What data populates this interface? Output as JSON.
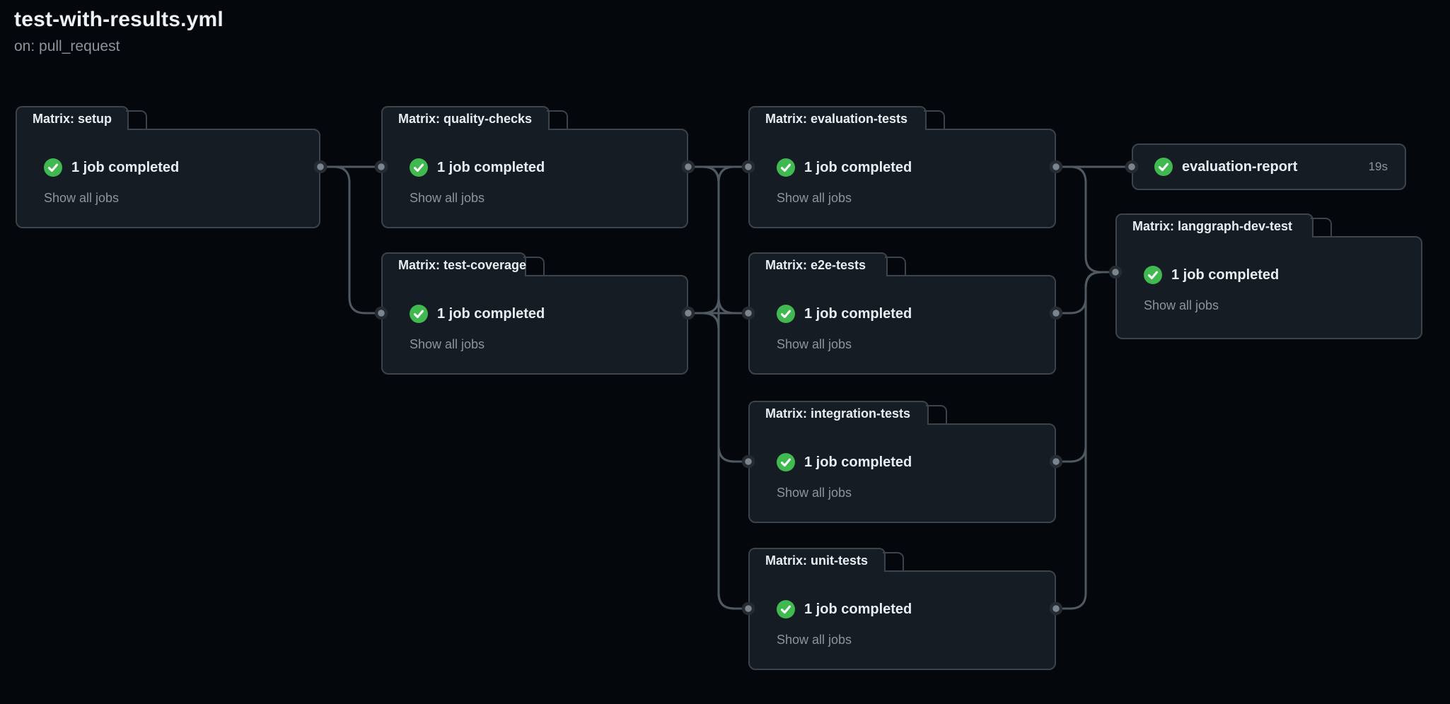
{
  "header": {
    "workflow_file": "test-with-results.yml",
    "trigger": "on: pull_request"
  },
  "cards": {
    "setup": {
      "tab": "Matrix: setup",
      "status": "1 job completed",
      "action": "Show all jobs"
    },
    "quality_checks": {
      "tab": "Matrix: quality-checks",
      "status": "1 job completed",
      "action": "Show all jobs"
    },
    "test_coverage": {
      "tab": "Matrix: test-coverage",
      "status": "1 job completed",
      "action": "Show all jobs"
    },
    "evaluation_tests": {
      "tab": "Matrix: evaluation-tests",
      "status": "1 job completed",
      "action": "Show all jobs"
    },
    "e2e_tests": {
      "tab": "Matrix: e2e-tests",
      "status": "1 job completed",
      "action": "Show all jobs"
    },
    "integration_tests": {
      "tab": "Matrix: integration-tests",
      "status": "1 job completed",
      "action": "Show all jobs"
    },
    "unit_tests": {
      "tab": "Matrix: unit-tests",
      "status": "1 job completed",
      "action": "Show all jobs"
    },
    "evaluation_report": {
      "title": "evaluation-report",
      "duration": "19s"
    },
    "langgraph_dev_test": {
      "tab": "Matrix: langgraph-dev-test",
      "status": "1 job completed",
      "action": "Show all jobs"
    }
  },
  "icons": {
    "status": "check-circle-icon"
  },
  "colors": {
    "background": "#04070b",
    "card_background": "#161c23",
    "card_border": "#3b434c",
    "edge": "#4f5962",
    "port_dot": "#7b8590",
    "port_ring": "#252b31",
    "success_green": "#3fb950",
    "text_primary": "#e8edf2",
    "text_muted": "#8d949e"
  }
}
